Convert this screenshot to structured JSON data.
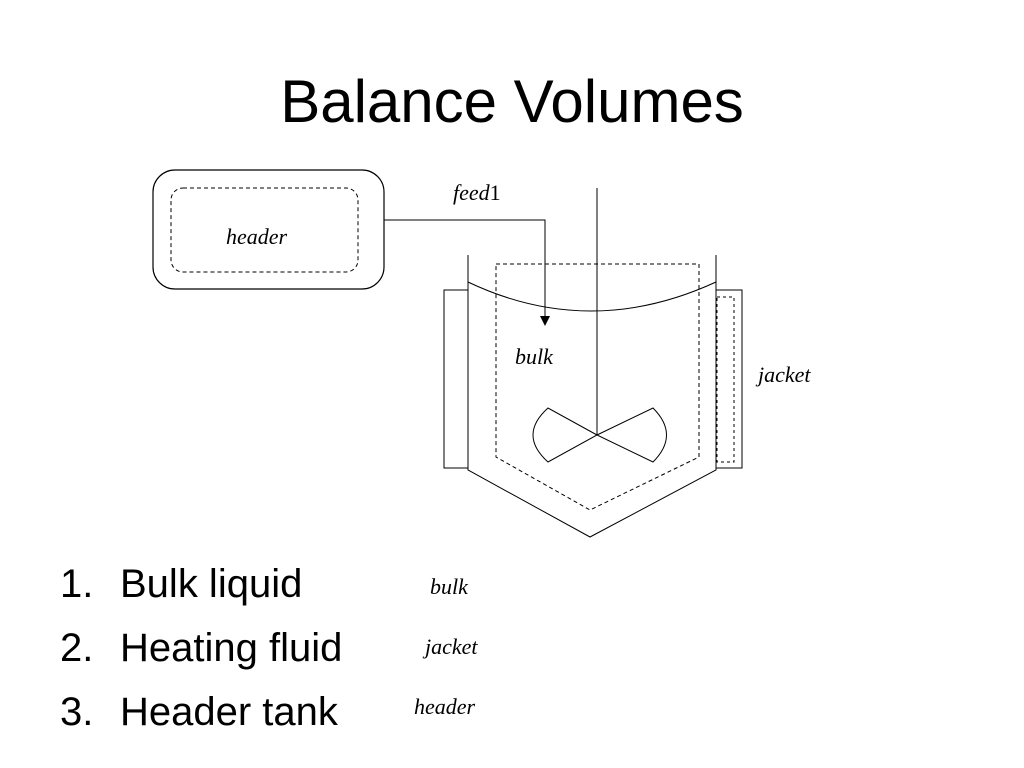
{
  "slide": {
    "title": "Balance Volumes"
  },
  "diagram": {
    "header_label": "header",
    "feed_label_italic": "feed",
    "feed_label_index": "1",
    "bulk_label": "bulk",
    "jacket_label": "jacket"
  },
  "list": {
    "items": [
      {
        "number": "1.",
        "text": "Bulk liquid",
        "symbol": "bulk"
      },
      {
        "number": "2.",
        "text": "Heating fluid",
        "symbol": "jacket"
      },
      {
        "number": "3.",
        "text": "Header tank",
        "symbol": "header"
      }
    ]
  }
}
